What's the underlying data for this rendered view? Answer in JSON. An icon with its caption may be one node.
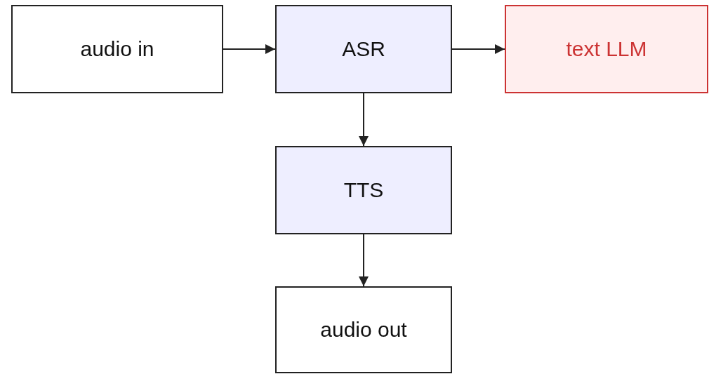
{
  "diagram": {
    "nodes": [
      {
        "text": [
          "audio in"
        ]
      },
      {
        "text": [
          "ASR"
        ]
      },
      {
        "text": [
          "text LLM"
        ]
      },
      {
        "text": [
          "TTS"
        ]
      },
      {
        "text": [
          "audio out"
        ]
      }
    ],
    "edges": [
      {
        "from": 0,
        "to": 1,
        "arrow": "to"
      },
      {
        "from": 1,
        "to": 2,
        "arrow": "to"
      },
      {
        "from": 1,
        "to": 3,
        "arrow": "to"
      },
      {
        "from": 3,
        "to": 4,
        "arrow": "to"
      }
    ]
  }
}
